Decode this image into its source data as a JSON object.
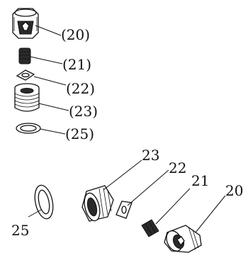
{
  "diagram": {
    "top_callouts": [
      "(20)",
      "(21)",
      "(22)",
      "(23)",
      "(25)"
    ],
    "bottom_callouts": [
      "23",
      "22",
      "21",
      "20",
      "25"
    ]
  }
}
